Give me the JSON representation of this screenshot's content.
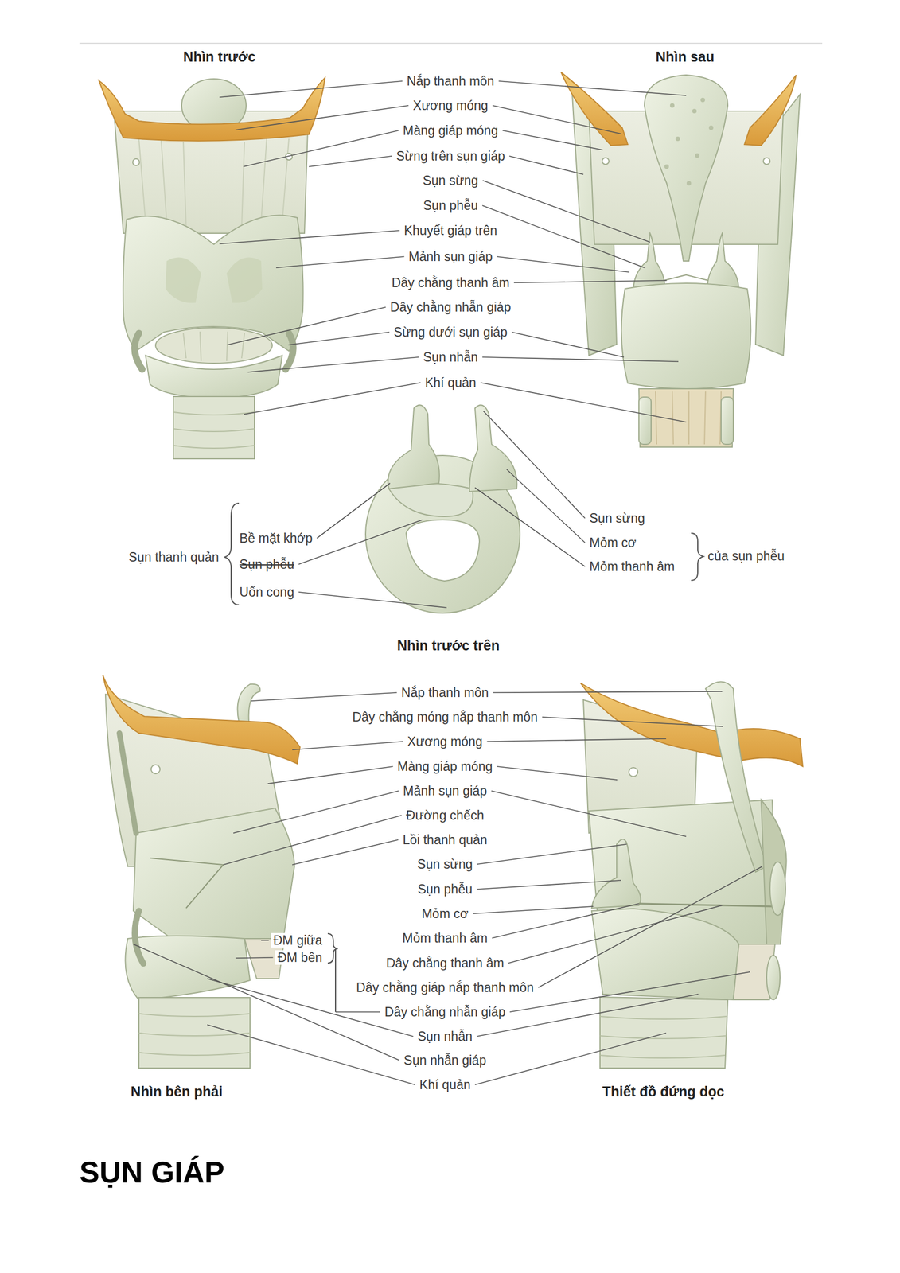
{
  "diagram": {
    "title": "SỤN GIÁP",
    "labels": [
      "Nhìn trước",
      "Nhìn sau",
      "Nắp thanh môn",
      "Xương móng",
      "Màng giáp móng",
      "Sừng trên sụn giáp",
      "Sụn sừng",
      "Sụn phễu",
      "Khuyết giáp trên",
      "Mảnh sụn giáp",
      "Dây chằng thanh âm",
      "Dây chằng nhẫn giáp",
      "Sừng dưới sụn giáp",
      "Sụn nhẫn",
      "Khí quản",
      "Sụn thanh quản",
      "Bề mặt khớp",
      "Sụn phễu",
      "Uốn cong",
      "Sụn sừng",
      "Mỏm cơ",
      "Mỏm thanh âm",
      "của sụn phễu",
      "Nhìn trước trên",
      "Nắp thanh môn",
      "Dây chằng móng nắp thanh môn",
      "Xương móng",
      "Màng giáp móng",
      "Mảnh sụn giáp",
      "Đường chếch",
      "Lồi thanh quản",
      "Sụn sừng",
      "Sụn phễu",
      "Mỏm cơ",
      "Mỏm thanh âm",
      "Dây chằng thanh âm",
      "Dây chằng giáp nắp thanh môn",
      "Dây chằng nhẫn giáp",
      "Sụn nhẫn",
      "Sụn nhẫn giáp",
      "Khí quản",
      "ĐM giữa",
      "ĐM bên",
      "Nhìn bên phải",
      "Thiết đồ đứng dọc"
    ]
  }
}
